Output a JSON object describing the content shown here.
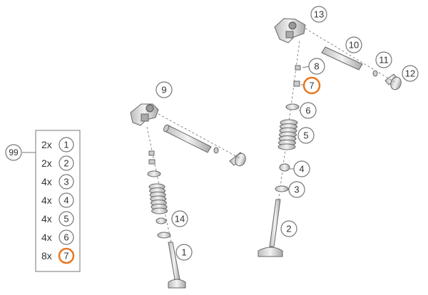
{
  "kit": {
    "number": "99",
    "items": [
      {
        "qty": "2x",
        "num": "1"
      },
      {
        "qty": "2x",
        "num": "2"
      },
      {
        "qty": "4x",
        "num": "3"
      },
      {
        "qty": "4x",
        "num": "4"
      },
      {
        "qty": "4x",
        "num": "5"
      },
      {
        "qty": "4x",
        "num": "6"
      },
      {
        "qty": "8x",
        "num": "7",
        "highlight": true
      }
    ]
  },
  "callouts": {
    "c1": "1",
    "c2": "2",
    "c3": "3",
    "c4": "4",
    "c5": "5",
    "c6": "6",
    "c7": "7",
    "c8": "8",
    "c9": "9",
    "c10": "10",
    "c11": "11",
    "c12": "12",
    "c13": "13",
    "c14": "14"
  },
  "colors": {
    "line": "#555555",
    "highlight": "#e87722",
    "part_fill": "#d9d9d9",
    "part_stroke": "#6b6b6b"
  }
}
